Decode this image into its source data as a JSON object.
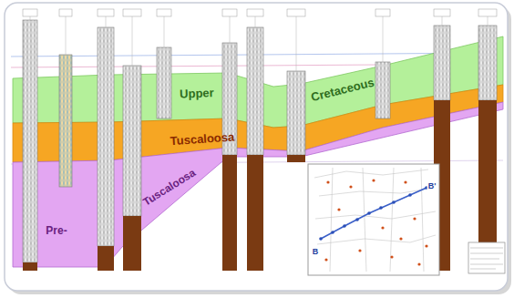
{
  "diagram": {
    "nodes": [
      {
        "text": [
          "Upper",
          "Cretaceous"
        ]
      },
      {
        "text": [
          "Tuscaloosa"
        ]
      },
      {
        "text": [
          "Pre-",
          "Tuscaloosa"
        ]
      }
    ],
    "labels": [
      "B",
      "B'"
    ]
  }
}
